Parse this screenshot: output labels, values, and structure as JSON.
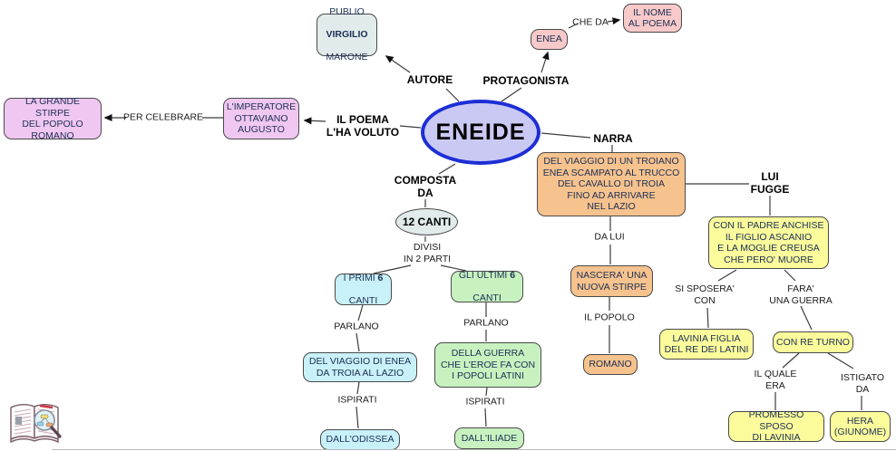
{
  "center": {
    "label": "ENEIDE"
  },
  "nodes": {
    "publio": {
      "line1": "PUBLIO",
      "line2": "VIRGILIO",
      "line3": "MARONE"
    },
    "enea": {
      "text": "ENEA"
    },
    "il_nome": {
      "text": "IL NOME\nAL POEMA"
    },
    "imperatore": {
      "text": "L'IMPERATORE\nOTTAVIANO\nAUGUSTO"
    },
    "stirpe": {
      "text": "LA GRANDE STIRPE\nDEL POPOLO\nROMANO"
    },
    "viaggio_troiano": {
      "text": "DEL VIAGGIO DI UN TROIANO\nENEA SCAMPATO AL TRUCCO\nDEL CAVALLO DI TROIA\nFINO AD ARRIVARE\nNEL LAZIO"
    },
    "padre_anchise": {
      "text": "CON IL PADRE ANCHISE\nIL FIGLIO ASCANIO\nE LA MOGLIE CREUSA\nCHE PERO' MUORE"
    },
    "nascera": {
      "text": "NASCERA' UNA\nNUOVA STIRPE"
    },
    "romano": {
      "text": "ROMANO"
    },
    "lavinia": {
      "text": "LAVINIA FIGLIA\nDEL RE DEI LATINI"
    },
    "re_turno": {
      "text": "CON RE TURNO"
    },
    "promesso": {
      "text": "PROMESSO SPOSO\nDI LAVINIA"
    },
    "hera": {
      "text": "HERA\n(GIUNOME)"
    },
    "canti12": {
      "text": "12 CANTI"
    },
    "primi": {
      "pre": "I PRIMI",
      "num": "6",
      "line2": "CANTI"
    },
    "ultimi": {
      "pre": "GLI ULTIMI",
      "num": "6",
      "line2": "CANTI"
    },
    "viaggio_enea": {
      "text": "DEL VIAGGIO DI ENEA\nDA TROIA AL LAZIO"
    },
    "odissea": {
      "text": "DALL'ODISSEA"
    },
    "guerra_eroe": {
      "text": "DELLA GUERRA\nCHE L'EROE FA CON\nI POPOLI LATINI"
    },
    "iliade": {
      "text": "DALL'ILIADE"
    }
  },
  "labels": {
    "autore": "AUTORE",
    "protagonista": "PROTAGONISTA",
    "che_da": "CHE DA",
    "il_poema": "IL POEMA\nL'HA VOLUTO",
    "per_celebrare": "PER CELEBRARE",
    "narra": "NARRA",
    "lui_fugge": "LUI\nFUGGE",
    "composta_da": "COMPOSTA\nDA",
    "divisi": "DIVISI\nIN 2 PARTI",
    "da_lui": "DA LUI",
    "il_popolo": "IL POPOLO",
    "si_sposera": "SI SPOSERA'\nCON",
    "fara": "FARA'\nUNA GUERRA",
    "parlano1": "PARLANO",
    "parlano2": "PARLANO",
    "ispirati1": "ISPIRATI",
    "ispirati2": "ISPIRATI",
    "il_quale": "IL QUALE\nERA",
    "istigato": "ISTIGATO\nDA"
  },
  "palette": {
    "center_fill": "#c9c9f4",
    "center_border": "#1d2ed6",
    "pink": "#f7c9c9",
    "violet": "#f0c7f1",
    "orange": "#f6c28d",
    "yellow": "#fbfb9b",
    "cyan": "#c9f1f9",
    "green": "#c7f2bf",
    "gray_blue": "#e2ebeb",
    "line": "#3c3c3c",
    "box_text": "#1c2f55"
  }
}
